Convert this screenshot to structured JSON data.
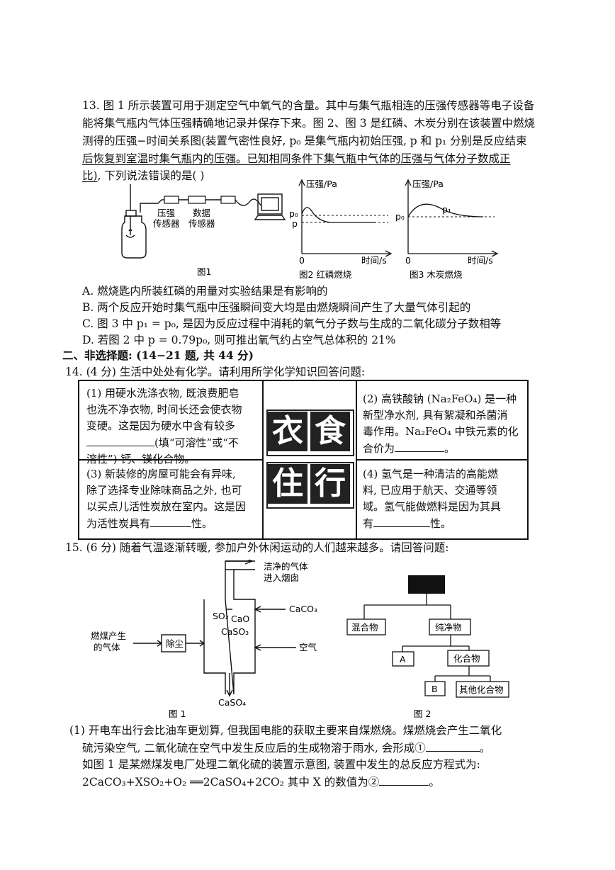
{
  "q13": {
    "lines": [
      "13. 图 1 所示装置可用于测定空气中氧气的含量。其中与集气瓶相连的压强传感器等电子设备",
      "能将集气瓶内气体压强精确地记录并保存下来。图 2、图 3 是红磷、木炭分别在该装置中燃烧",
      "测得的压强−时间关系图(装置气密性良好, p₀ 是集气瓶内初始压强, p 和 p₁ 分别是反应结束",
      "后恢复到室温时集气瓶内的压强。已知相同条件下集气瓶中气体的压强与气体分子数成正"
    ],
    "line5_underlined": "比)",
    "line5_rest": ", 下列说法错误的是(        )",
    "fig1": {
      "sensor1": "压强",
      "sensor1b": "传感器",
      "sensor2": "数据",
      "sensor2b": "传感器",
      "caption": "图1"
    },
    "fig2": {
      "ylabel": "压强/Pa",
      "xlabel": "时间/s",
      "origin": "0",
      "p0": "p₀",
      "p": "p",
      "caption": "图2 红磷燃烧"
    },
    "fig3": {
      "ylabel": "压强/Pa",
      "xlabel": "时间/s",
      "origin": "0",
      "p0": "p₀",
      "p1": "p₁",
      "caption": "图3 木炭燃烧"
    },
    "options": [
      "A. 燃烧匙内所装红磷的用量对实验结果是有影响的",
      "B. 两个反应开始时集气瓶中压强瞬间变大均是由燃烧瞬间产生了大量气体引起的",
      "C. 图 3 中 p₁ = p₀, 是因为反应过程中消耗的氧气分子数与生成的二氧化碳分子数相等",
      "D. 若图 2 中 p = 0.79p₀, 则可推出氧气约占空气总体积的 21%"
    ]
  },
  "section2": "二、非选择题: (14−21 题, 共 44 分)",
  "q14": {
    "title": "14. (4 分) 生活中处处有化学。请利用所学化学知识回答问题:",
    "c1": [
      "(1) 用硬水洗涤衣物, 既浪费肥皂",
      "也洗不净衣物, 时间长还会使衣物",
      "变硬。这是因为硬水中含有较多",
      "(填“可溶性”或“不",
      "溶性”) 钙、镁化合物。"
    ],
    "c2": [
      "(2) 高铁酸钠 (Na₂FeO₄) 是一种",
      "新型净水剂, 具有絮凝和杀菌消",
      "毒作用。Na₂FeO₄ 中铁元素的化",
      "合价为"
    ],
    "c3": [
      "(3) 新装修的房屋可能会有异味,",
      "除了选择专业除味商品之外, 也可",
      "以买点儿活性炭放在室内。这是因",
      "为活性炭具有",
      "性。"
    ],
    "c4": [
      "(4) 氢气是一种清洁的高能燃",
      "料, 已应用于航天、交通等领",
      "域。氢气能做燃料是因为其具",
      "有",
      "性。"
    ],
    "glyphs": [
      "衣",
      "食",
      "住",
      "行"
    ]
  },
  "q15": {
    "title": "15. (6 分) 随着气温逐渐转暖, 参加户外休闲运动的人们越来越多。请回答问题:",
    "fig1": {
      "clean1": "洁净的气体",
      "clean2": "进入烟囱",
      "so2": "SO₂",
      "cao": "CaO",
      "caso3": "CaSO₃",
      "caco3": "CaCO₃",
      "gas1": "燃煤产生",
      "gas2": "的气体",
      "dust": "除尘",
      "air": "空气",
      "caso4": "CaSO₄",
      "caption": "图 1"
    },
    "fig2": {
      "mixture": "混合物",
      "pure": "纯净物",
      "a": "A",
      "compound": "化合物",
      "b": "B",
      "other": "其他化合物",
      "caption": "图 2"
    },
    "p1": [
      "(1) 开电车出行会比油车更划算, 但我国电能的获取主要来自煤燃烧。煤燃烧会产生二氧化",
      "硫污染空气, 二氧化硫在空气中发生反应后的生成物溶于雨水, 会形成①",
      "如图 1 是某燃煤发电厂处理二氧化硫的装置示意图, 装置中发生的总反应方程式为:",
      "2CaCO₃+XSO₂+O₂ ══2CaSO₄+2CO₂ 其中 X 的数值为②"
    ]
  }
}
